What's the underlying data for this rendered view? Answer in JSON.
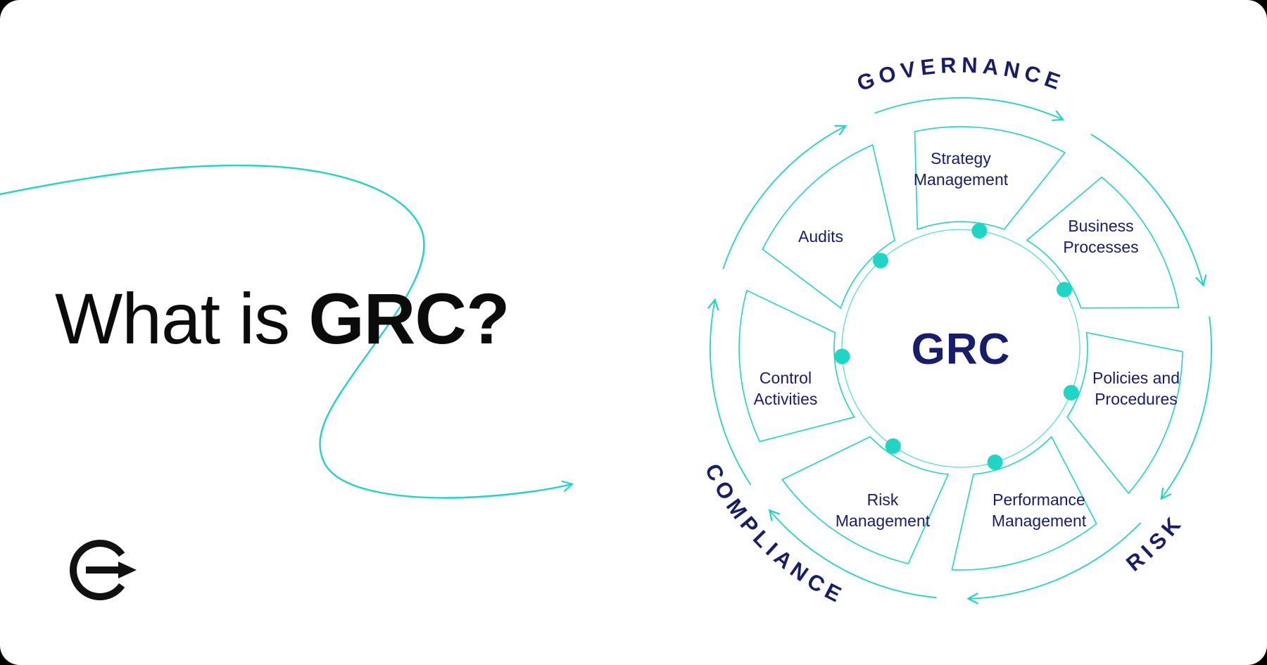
{
  "heading": {
    "regular": "What is",
    "bold": "GRC?"
  },
  "diagram": {
    "center_label": "GRC",
    "ring_labels": {
      "top": "GOVERNANCE",
      "bottom_right": "RISK",
      "bottom_left": "COMPLIANCE"
    },
    "segments": [
      {
        "id": "strategy-management",
        "lines": [
          "Strategy",
          "Management"
        ]
      },
      {
        "id": "business-processes",
        "lines": [
          "Business",
          "Processes"
        ]
      },
      {
        "id": "policies-and-procedures",
        "lines": [
          "Policies and",
          "Procedures"
        ]
      },
      {
        "id": "performance-management",
        "lines": [
          "Performance",
          "Management"
        ]
      },
      {
        "id": "risk-management",
        "lines": [
          "Risk",
          "Management"
        ]
      },
      {
        "id": "control-activities",
        "lines": [
          "Control",
          "Activities"
        ]
      },
      {
        "id": "audits",
        "lines": [
          "Audits"
        ]
      }
    ]
  },
  "colors": {
    "teal": "#1FD5C5",
    "navy": "#171C6D",
    "text": "#0B0B0B",
    "background": "#FFFFFF"
  }
}
